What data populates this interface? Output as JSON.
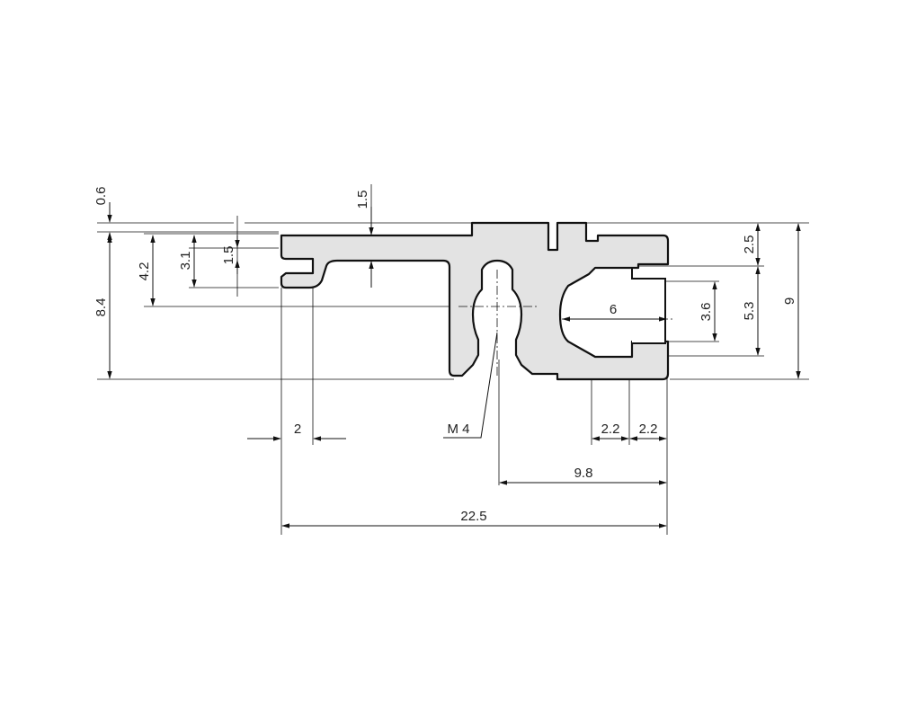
{
  "figure": {
    "type": "profile-cross-section",
    "colors": {
      "profile_fill": "#e3e3e3",
      "outline": "#111111",
      "background": "#ffffff"
    }
  },
  "dimensions": {
    "top_gap": "0.6",
    "overall_height_left": "8.4",
    "slot_height": "4.2",
    "slot_opening": "3.1",
    "arm_thickness": "1.5",
    "top_wall": "1.5",
    "right_top": "2.5",
    "right_slot": "5.3",
    "overall_height_right": "9",
    "inner_slot": "3.6",
    "inner_slot_depth": "6",
    "lip_width": "2",
    "thread": "M 4",
    "right_lip_a": "2.2",
    "right_lip_b": "2.2",
    "center_offset": "9.8",
    "overall_width": "22.5"
  }
}
